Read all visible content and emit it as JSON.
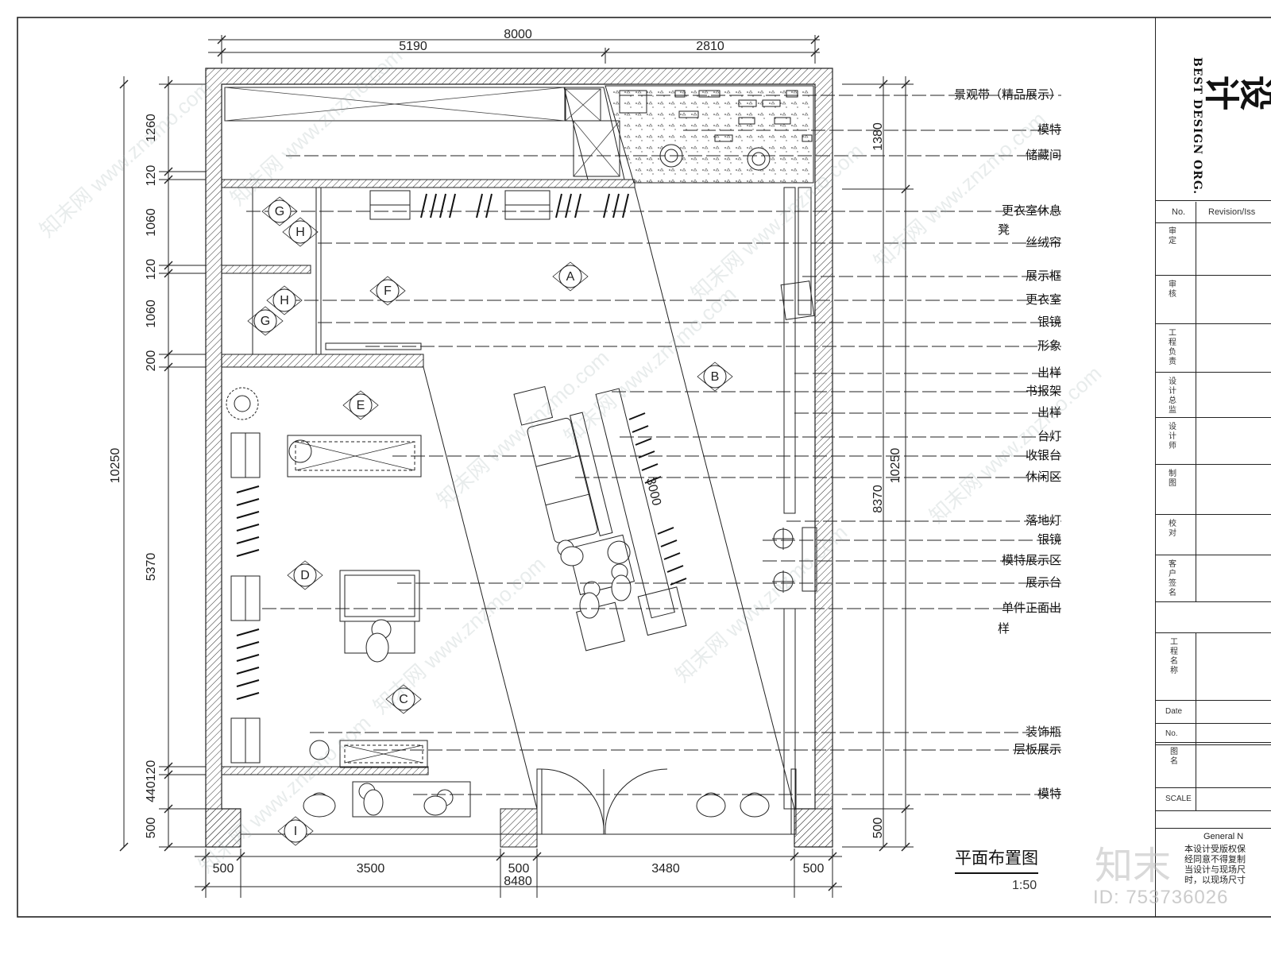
{
  "drawing": {
    "title": "平面布置图",
    "scale": "1:50"
  },
  "dimensions": {
    "top_total": "8000",
    "top_left": "5190",
    "top_right": "2810",
    "bottom_total": "8480",
    "bottom_segments": [
      "500",
      "3500",
      "500",
      "3480",
      "500"
    ],
    "left_overall": "10250",
    "left_segments": [
      "1260",
      "120",
      "1060",
      "120",
      "1060",
      "200",
      "5370",
      "120",
      "440",
      "500"
    ],
    "right_overall": "10250",
    "right_segments": [
      "1380",
      "8370",
      "500"
    ],
    "diagonal": "3000"
  },
  "callouts": [
    "景观带（精品展示）",
    "模特",
    "储藏间",
    "更衣室休息",
    "凳",
    "丝绒帘",
    "展示框",
    "更衣室",
    "银镜",
    "形象",
    "出样",
    "书报架",
    "出样",
    "台灯",
    "收银台",
    "休闲区",
    "落地灯",
    "银镜",
    "模特展示区",
    "展示台",
    "单件正面出",
    "样",
    "装饰瓶",
    "层板展示",
    "模特"
  ],
  "elevation_markers": [
    "A",
    "B",
    "C",
    "D",
    "E",
    "F",
    "G",
    "H",
    "H",
    "G",
    "I"
  ],
  "title_block": {
    "logo_text": "BEST DESIGN ORG.",
    "logo_char": "设计",
    "header_no": "No.",
    "header_revision": "Revision/Iss",
    "rows": [
      "审定",
      "审核",
      "工程负责",
      "设计总监",
      "设计师",
      "制图",
      "校对",
      "客户签名"
    ],
    "project_rows": [
      "工程名称",
      "Date",
      "No."
    ],
    "drawing_rows": [
      "图名",
      "SCALE"
    ],
    "notes_title": "General N",
    "notes": [
      "本设计受版权保",
      "经同意不得复制",
      "当设计与现场尺",
      "时，以现场尺寸"
    ]
  },
  "watermark": {
    "site": "www.znzmo.com",
    "brand": "知末网",
    "logo": "知末",
    "id": "ID: 753736026"
  }
}
